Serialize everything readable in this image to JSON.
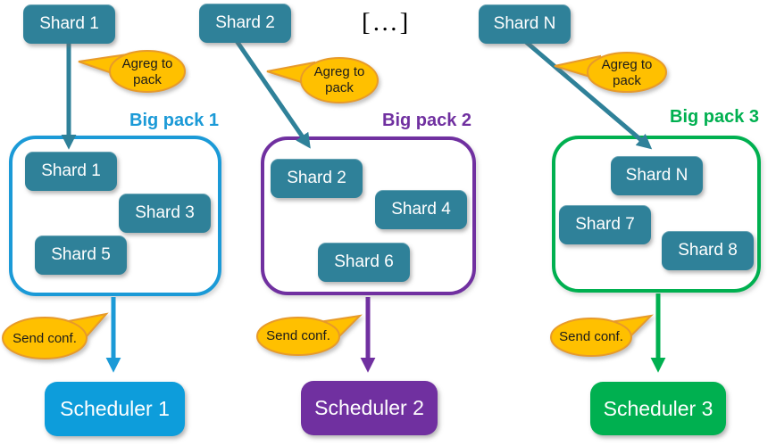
{
  "ellipsis": "[…]",
  "colors": {
    "shard_teal": "#2F8199",
    "pack1_blue": "#1B9AD7",
    "pack2_purple": "#7030A0",
    "pack3_green": "#00B050",
    "scheduler1_blue": "#0D9DDB",
    "scheduler2_purple": "#7030A0",
    "scheduler3_green": "#00B050",
    "bubble_fill": "#FFC000",
    "bubble_stroke": "#E79A2A"
  },
  "columns": [
    {
      "top_shard": "Shard 1",
      "agreg_label": "Agreg to pack",
      "pack_label": "Big pack 1",
      "shards": [
        "Shard 1",
        "Shard 3",
        "Shard 5"
      ],
      "send_label": "Send conf.",
      "scheduler": "Scheduler 1"
    },
    {
      "top_shard": "Shard 2",
      "agreg_label": "Agreg to pack",
      "pack_label": "Big pack 2",
      "shards": [
        "Shard 2",
        "Shard 4",
        "Shard 6"
      ],
      "send_label": "Send conf.",
      "scheduler": "Scheduler 2"
    },
    {
      "top_shard": "Shard N",
      "agreg_label": "Agreg to pack",
      "pack_label": "Big pack 3",
      "shards": [
        "Shard N",
        "Shard 7",
        "Shard 8"
      ],
      "send_label": "Send conf.",
      "scheduler": "Scheduler 3"
    }
  ]
}
